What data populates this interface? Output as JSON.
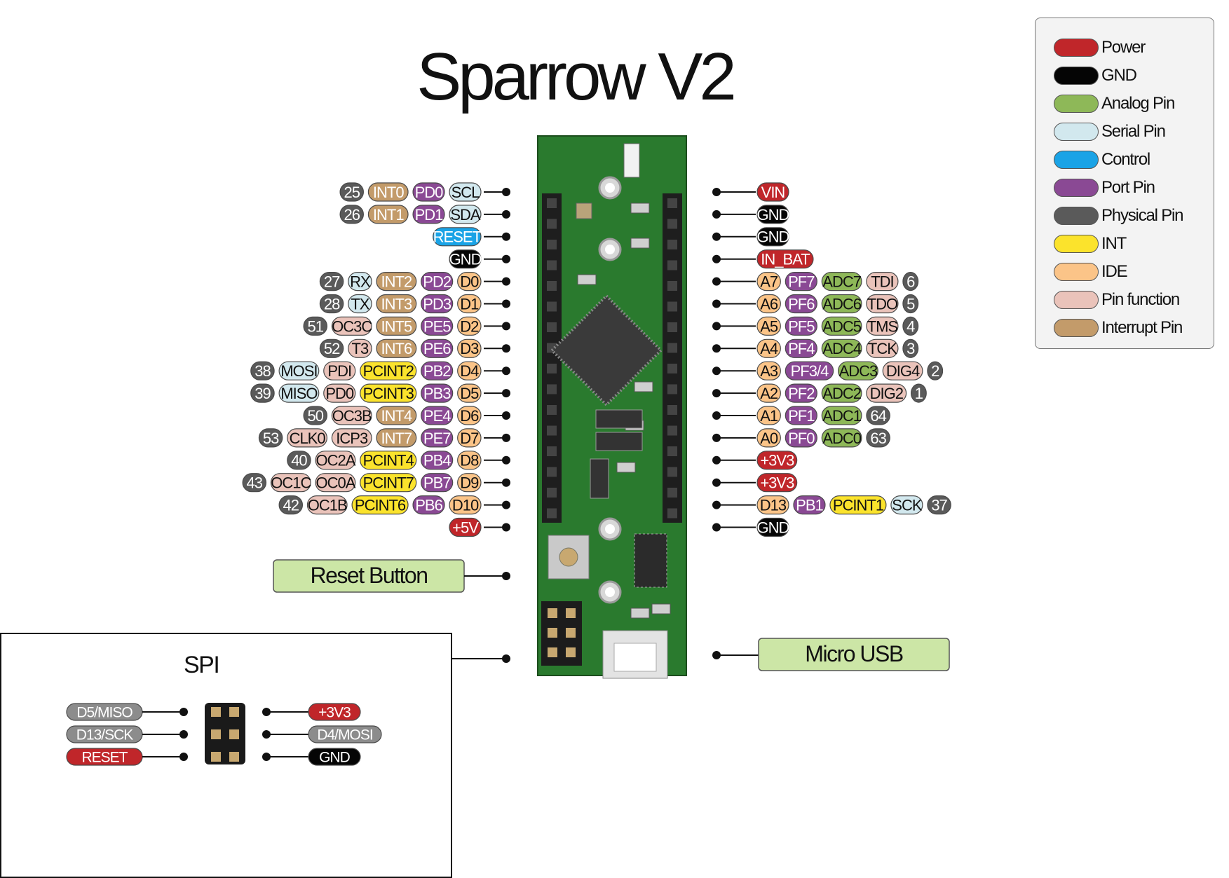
{
  "title": "Sparrow V2",
  "colors": {
    "power": "#c0262a",
    "gnd": "#050505",
    "analog": "#8eb858",
    "serial": "#d2e8ee",
    "control": "#1aa3e6",
    "port": "#8a4994",
    "physical": "#5a5a5a",
    "int": "#fbe32c",
    "ide": "#fbc488",
    "pinfn": "#eac3ba",
    "interrupt": "#c39b6a",
    "callout": "#cce6a6",
    "board": "#2a7a2e",
    "spi_gray": "#8c8c8c"
  },
  "legend": [
    {
      "label": "Power",
      "color": "power"
    },
    {
      "label": "GND",
      "color": "gnd"
    },
    {
      "label": "Analog Pin",
      "color": "analog"
    },
    {
      "label": "Serial Pin",
      "color": "serial"
    },
    {
      "label": "Control",
      "color": "control"
    },
    {
      "label": "Port Pin",
      "color": "port"
    },
    {
      "label": "Physical Pin",
      "color": "physical"
    },
    {
      "label": "INT",
      "color": "int"
    },
    {
      "label": "IDE",
      "color": "ide"
    },
    {
      "label": "Pin function",
      "color": "pinfn"
    },
    {
      "label": "Interrupt Pin",
      "color": "interrupt"
    }
  ],
  "left_rows": [
    [
      {
        "t": "25",
        "c": "physical"
      },
      {
        "t": "INT0",
        "c": "interrupt"
      },
      {
        "t": "PD0",
        "c": "port"
      },
      {
        "t": "SCL",
        "c": "serial"
      }
    ],
    [
      {
        "t": "26",
        "c": "physical"
      },
      {
        "t": "INT1",
        "c": "interrupt"
      },
      {
        "t": "PD1",
        "c": "port"
      },
      {
        "t": "SDA",
        "c": "serial"
      }
    ],
    [
      {
        "t": "RESET",
        "c": "control"
      }
    ],
    [
      {
        "t": "GND",
        "c": "gnd"
      }
    ],
    [
      {
        "t": "27",
        "c": "physical"
      },
      {
        "t": "RX",
        "c": "serial"
      },
      {
        "t": "INT2",
        "c": "interrupt"
      },
      {
        "t": "PD2",
        "c": "port"
      },
      {
        "t": "D0",
        "c": "ide"
      }
    ],
    [
      {
        "t": "28",
        "c": "physical"
      },
      {
        "t": "TX",
        "c": "serial"
      },
      {
        "t": "INT3",
        "c": "interrupt"
      },
      {
        "t": "PD3",
        "c": "port"
      },
      {
        "t": "D1",
        "c": "ide"
      }
    ],
    [
      {
        "t": "51",
        "c": "physical"
      },
      {
        "t": "OC3C",
        "c": "pinfn"
      },
      {
        "t": "INT5",
        "c": "interrupt"
      },
      {
        "t": "PE5",
        "c": "port"
      },
      {
        "t": "D2",
        "c": "ide"
      }
    ],
    [
      {
        "t": "52",
        "c": "physical"
      },
      {
        "t": "T3",
        "c": "pinfn"
      },
      {
        "t": "INT6",
        "c": "interrupt"
      },
      {
        "t": "PE6",
        "c": "port"
      },
      {
        "t": "D3",
        "c": "ide"
      }
    ],
    [
      {
        "t": "38",
        "c": "physical"
      },
      {
        "t": "MOSI",
        "c": "serial"
      },
      {
        "t": "PDI",
        "c": "pinfn"
      },
      {
        "t": "PCINT2",
        "c": "int"
      },
      {
        "t": "PB2",
        "c": "port"
      },
      {
        "t": "D4",
        "c": "ide"
      }
    ],
    [
      {
        "t": "39",
        "c": "physical"
      },
      {
        "t": "MISO",
        "c": "serial"
      },
      {
        "t": "PD0",
        "c": "pinfn"
      },
      {
        "t": "PCINT3",
        "c": "int"
      },
      {
        "t": "PB3",
        "c": "port"
      },
      {
        "t": "D5",
        "c": "ide"
      }
    ],
    [
      {
        "t": "50",
        "c": "physical"
      },
      {
        "t": "OC3B",
        "c": "pinfn"
      },
      {
        "t": "INT4",
        "c": "interrupt"
      },
      {
        "t": "PE4",
        "c": "port"
      },
      {
        "t": "D6",
        "c": "ide"
      }
    ],
    [
      {
        "t": "53",
        "c": "physical"
      },
      {
        "t": "CLK0",
        "c": "pinfn"
      },
      {
        "t": "ICP3",
        "c": "pinfn"
      },
      {
        "t": "INT7",
        "c": "interrupt"
      },
      {
        "t": "PE7",
        "c": "port"
      },
      {
        "t": "D7",
        "c": "ide"
      }
    ],
    [
      {
        "t": "40",
        "c": "physical"
      },
      {
        "t": "OC2A",
        "c": "pinfn"
      },
      {
        "t": "PCINT4",
        "c": "int"
      },
      {
        "t": "PB4",
        "c": "port"
      },
      {
        "t": "D8",
        "c": "ide"
      }
    ],
    [
      {
        "t": "43",
        "c": "physical"
      },
      {
        "t": "OC1C",
        "c": "pinfn"
      },
      {
        "t": "OC0A",
        "c": "pinfn"
      },
      {
        "t": "PCINT7",
        "c": "int"
      },
      {
        "t": "PB7",
        "c": "port"
      },
      {
        "t": "D9",
        "c": "ide"
      }
    ],
    [
      {
        "t": "42",
        "c": "physical"
      },
      {
        "t": "OC1B",
        "c": "pinfn"
      },
      {
        "t": "PCINT6",
        "c": "int"
      },
      {
        "t": "PB6",
        "c": "port"
      },
      {
        "t": "D10",
        "c": "ide"
      }
    ],
    [
      {
        "t": "+5V",
        "c": "power"
      }
    ]
  ],
  "right_rows": [
    [
      {
        "t": "VIN",
        "c": "power"
      }
    ],
    [
      {
        "t": "GND",
        "c": "gnd"
      }
    ],
    [
      {
        "t": "GND",
        "c": "gnd"
      }
    ],
    [
      {
        "t": "IN_BAT",
        "c": "power"
      }
    ],
    [
      {
        "t": "A7",
        "c": "ide"
      },
      {
        "t": "PF7",
        "c": "port"
      },
      {
        "t": "ADC7",
        "c": "analog"
      },
      {
        "t": "TDI",
        "c": "pinfn"
      },
      {
        "t": "6",
        "c": "physical"
      }
    ],
    [
      {
        "t": "A6",
        "c": "ide"
      },
      {
        "t": "PF6",
        "c": "port"
      },
      {
        "t": "ADC6",
        "c": "analog"
      },
      {
        "t": "TDO",
        "c": "pinfn"
      },
      {
        "t": "5",
        "c": "physical"
      }
    ],
    [
      {
        "t": "A5",
        "c": "ide"
      },
      {
        "t": "PF5",
        "c": "port"
      },
      {
        "t": "ADC5",
        "c": "analog"
      },
      {
        "t": "TMS",
        "c": "pinfn"
      },
      {
        "t": "4",
        "c": "physical"
      }
    ],
    [
      {
        "t": "A4",
        "c": "ide"
      },
      {
        "t": "PF4",
        "c": "port"
      },
      {
        "t": "ADC4",
        "c": "analog"
      },
      {
        "t": "TCK",
        "c": "pinfn"
      },
      {
        "t": "3",
        "c": "physical"
      }
    ],
    [
      {
        "t": "A3",
        "c": "ide"
      },
      {
        "t": "PF3/4",
        "c": "port"
      },
      {
        "t": "ADC3",
        "c": "analog"
      },
      {
        "t": "DIG4",
        "c": "pinfn"
      },
      {
        "t": "2",
        "c": "physical"
      }
    ],
    [
      {
        "t": "A2",
        "c": "ide"
      },
      {
        "t": "PF2",
        "c": "port"
      },
      {
        "t": "ADC2",
        "c": "analog"
      },
      {
        "t": "DIG2",
        "c": "pinfn"
      },
      {
        "t": "1",
        "c": "physical"
      }
    ],
    [
      {
        "t": "A1",
        "c": "ide"
      },
      {
        "t": "PF1",
        "c": "port"
      },
      {
        "t": "ADC1",
        "c": "analog"
      },
      {
        "t": "64",
        "c": "physical"
      }
    ],
    [
      {
        "t": "A0",
        "c": "ide"
      },
      {
        "t": "PF0",
        "c": "port"
      },
      {
        "t": "ADC0",
        "c": "analog"
      },
      {
        "t": "63",
        "c": "physical"
      }
    ],
    [
      {
        "t": "+3V3",
        "c": "power"
      }
    ],
    [
      {
        "t": "+3V3",
        "c": "power"
      }
    ],
    [
      {
        "t": "D13",
        "c": "ide"
      },
      {
        "t": "PB1",
        "c": "port"
      },
      {
        "t": "PCINT1",
        "c": "int"
      },
      {
        "t": "SCK",
        "c": "serial"
      },
      {
        "t": "37",
        "c": "physical"
      }
    ],
    [
      {
        "t": "GND",
        "c": "gnd"
      }
    ]
  ],
  "callouts": {
    "reset_button": "Reset Button",
    "micro_usb": "Micro USB"
  },
  "spi": {
    "title": "SPI",
    "left": [
      {
        "t": "D5/MISO",
        "c": "spi_gray"
      },
      {
        "t": "D13/SCK",
        "c": "spi_gray"
      },
      {
        "t": "RESET",
        "c": "power"
      }
    ],
    "right": [
      {
        "t": "+3V3",
        "c": "power"
      },
      {
        "t": "D4/MOSI",
        "c": "spi_gray"
      },
      {
        "t": "GND",
        "c": "gnd"
      }
    ]
  }
}
